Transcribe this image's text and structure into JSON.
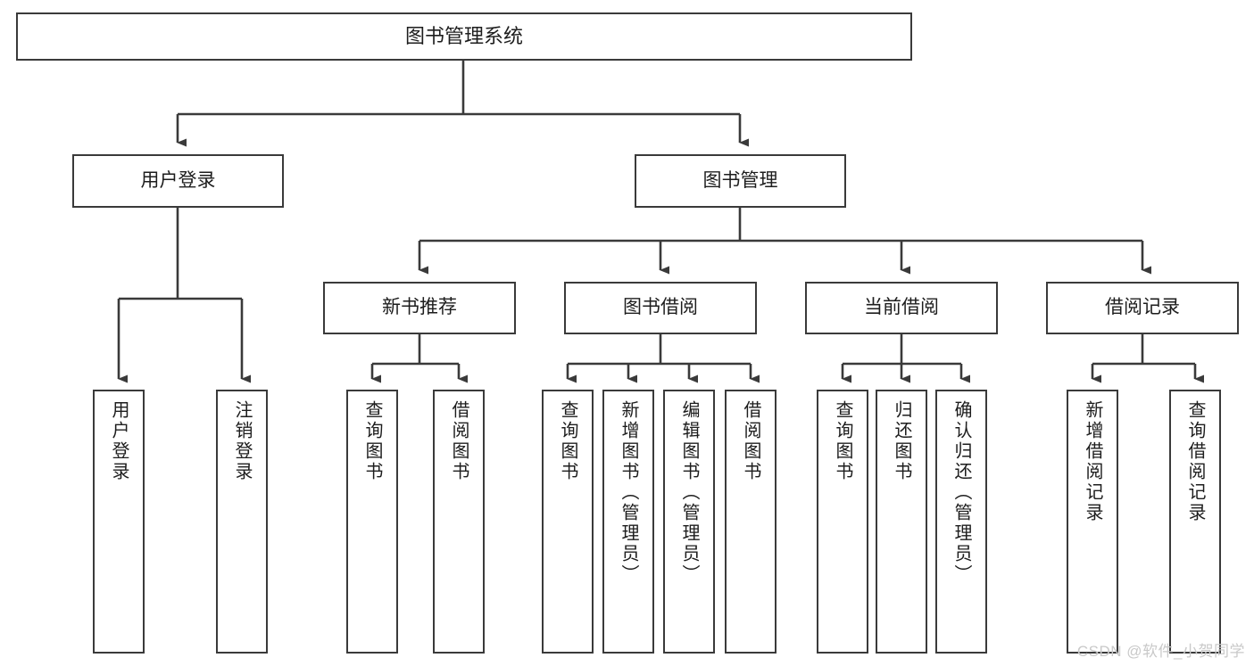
{
  "diagram": {
    "type": "tree-hierarchy",
    "title": "图书管理系统",
    "root": {
      "id": "root",
      "label": "图书管理系统"
    },
    "level2": [
      {
        "id": "user-login",
        "label": "用户登录"
      },
      {
        "id": "book-manage",
        "label": "图书管理"
      }
    ],
    "level3": [
      {
        "id": "new-book-rec",
        "label": "新书推荐",
        "parent": "book-manage"
      },
      {
        "id": "book-borrow",
        "label": "图书借阅",
        "parent": "book-manage"
      },
      {
        "id": "current-borrow",
        "label": "当前借阅",
        "parent": "book-manage"
      },
      {
        "id": "borrow-record",
        "label": "借阅记录",
        "parent": "book-manage"
      }
    ],
    "leaves": {
      "user_login": [
        {
          "id": "leaf-user-login",
          "label": "用户登录"
        },
        {
          "id": "leaf-user-logout",
          "label": "注销登录"
        }
      ],
      "new_book_rec": [
        {
          "id": "leaf-query-book-1",
          "label": "查询图书"
        },
        {
          "id": "leaf-borrow-book-1",
          "label": "借阅图书"
        }
      ],
      "book_borrow": [
        {
          "id": "leaf-query-book-2",
          "label": "查询图书"
        },
        {
          "id": "leaf-add-book",
          "label": "新增图书（管理员）"
        },
        {
          "id": "leaf-edit-book",
          "label": "编辑图书（管理员）"
        },
        {
          "id": "leaf-borrow-book-2",
          "label": "借阅图书"
        }
      ],
      "current_borrow": [
        {
          "id": "leaf-query-book-3",
          "label": "查询图书"
        },
        {
          "id": "leaf-return-book",
          "label": "归还图书"
        },
        {
          "id": "leaf-confirm-return",
          "label": "确认归还（管理员）"
        }
      ],
      "borrow_record": [
        {
          "id": "leaf-add-record",
          "label": "新增借阅记录"
        },
        {
          "id": "leaf-query-record",
          "label": "查询借阅记录"
        }
      ]
    },
    "colors": {
      "stroke": "#3a3a3a",
      "background": "#ffffff",
      "text": "#1d1d1d",
      "watermark": "#c9c9c9"
    }
  },
  "watermark": {
    "text": "CSDN @软件_小贺同学"
  }
}
